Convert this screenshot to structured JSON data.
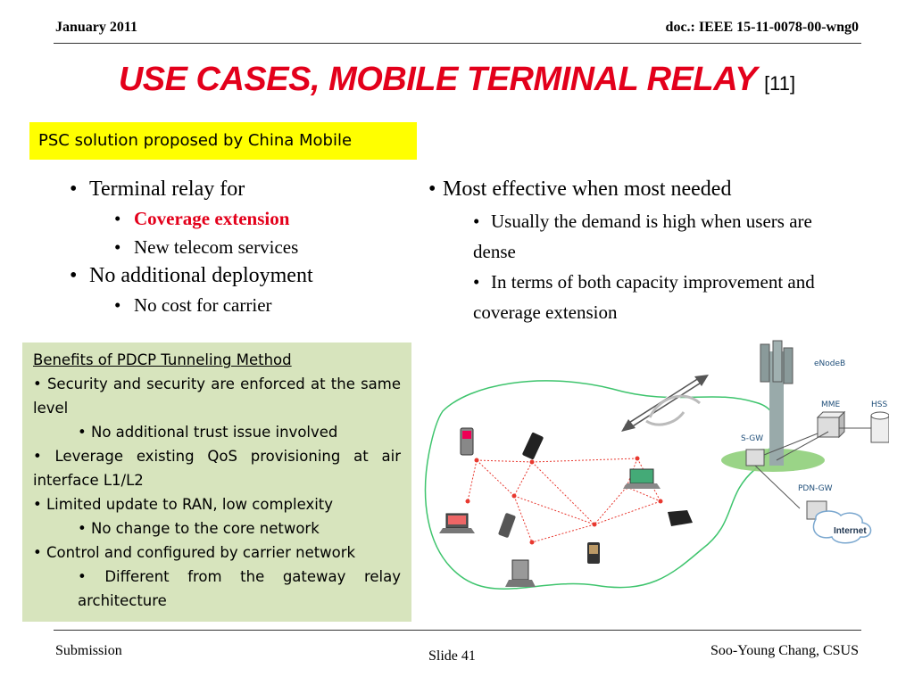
{
  "header": {
    "date": "January 2011",
    "doc_id": "doc.: IEEE 15-11-0078-00-wng0"
  },
  "title": {
    "main": "USE CASES, MOBILE TERMINAL RELAY",
    "ref": "[11]"
  },
  "highlight_box": {
    "text": "PSC solution proposed by China Mobile"
  },
  "left_bullets": {
    "item1": "Terminal relay for",
    "item1_sub1": "Coverage extension",
    "item1_sub2": "New telecom services",
    "item2": "No additional deployment",
    "item2_sub1": "No cost for carrier"
  },
  "right_bullets": {
    "item1": "Most effective when most needed",
    "sub1": "Usually the demand is high when users are dense",
    "sub2": "In terms of both capacity improvement and coverage extension"
  },
  "benefits": {
    "title": "Benefits of PDCP Tunneling Method",
    "b1": "Security and security are enforced at the same level",
    "b1_sub": "No additional trust issue involved",
    "b2": "Leverage existing QoS provisioning at air interface L1/L2",
    "b3": "Limited update to RAN, low complexity",
    "b3_sub": "No change to the core network",
    "b4": "Control and configured by carrier network",
    "b4_sub": "Different from the gateway relay architecture"
  },
  "diagram": {
    "enodeb": "eNodeB",
    "mme": "MME",
    "hss": "HSS",
    "sgw": "S-GW",
    "pdngw": "PDN-GW",
    "internet": "Internet"
  },
  "footer": {
    "left": "Submission",
    "center": "Slide 41",
    "right": "Soo-Young Chang, CSUS"
  },
  "colors": {
    "title_red": "#e3001b",
    "highlight_yellow": "#ffff00",
    "benefits_green": "#d7e4bd",
    "link_red": "#e8382f",
    "cloud_outline": "#3ec46d"
  }
}
